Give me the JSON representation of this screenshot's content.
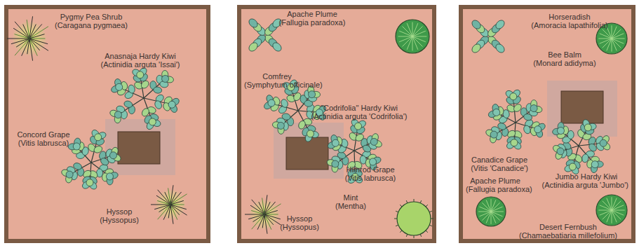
{
  "diagram": {
    "labels": [
      "Pygmy Pea Shrub",
      "(Caragana pygmaea)",
      "Anasnaja Hardy Kiwi",
      "(Actinidia arguta 'Issai')",
      "Concord Grape",
      "(Vitis labrusca)",
      "Hyssop",
      "(Hyssopus)",
      "Apache Plume",
      "(Fallugia paradoxa)",
      "Comfrey",
      "(Symphytum officinale)",
      "\"Codrifolia\" Hardy Kiwi",
      "(Actinidia arguta 'Codrifolia')",
      "Himrod Grape",
      "(Vitis labrusca)",
      "Mint",
      "(Mentha)",
      "Hyssop",
      "(Hyssopus)",
      "Horseradish",
      "(Amoracia lapathifolia)",
      "Bee Balm",
      "(Monard adidyma)",
      "Canadice Grape",
      "(Vitis 'Canadice')",
      "Jumbo Hardy Kiwi",
      "(Actinidia arguta 'Jumbo')",
      "Apache Plume",
      "(Fallugia paradoxa)",
      "Desert Fernbush",
      "(Chamaebatiaria millefolium)"
    ]
  }
}
